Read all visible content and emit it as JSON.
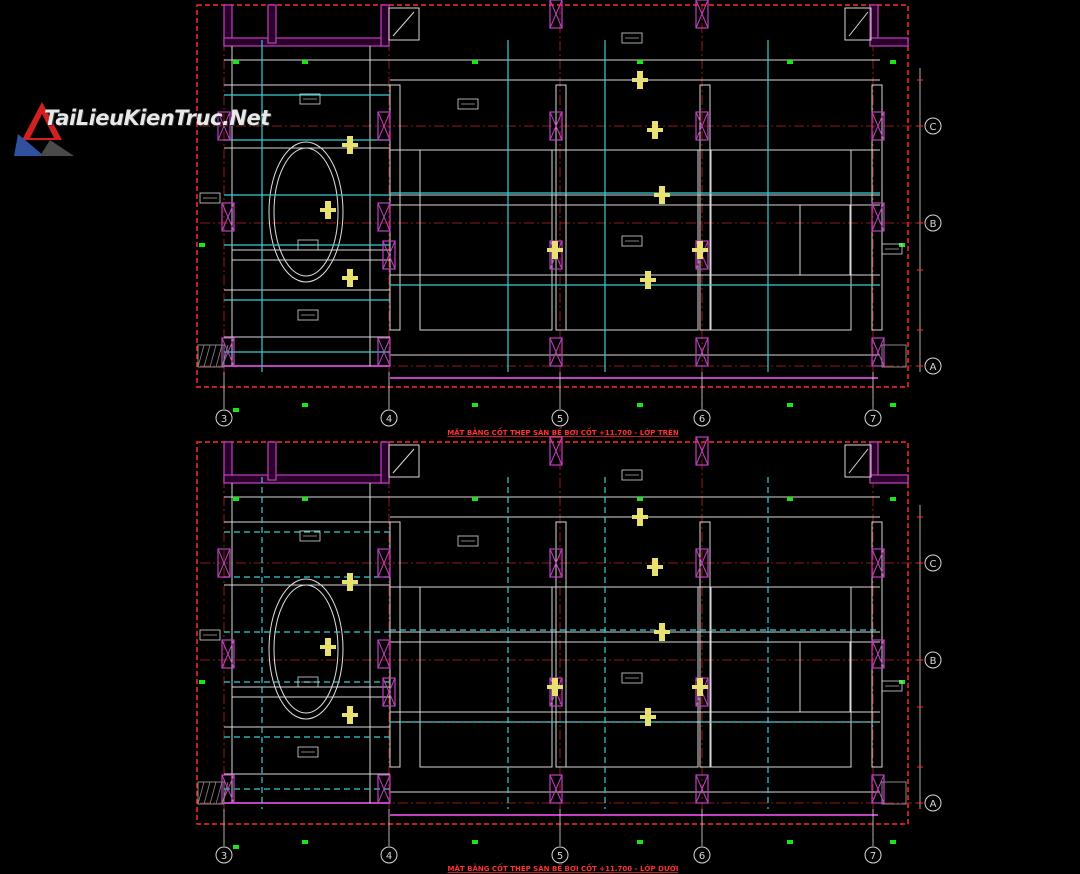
{
  "watermark": {
    "text": "TaiLieuKienTruc.Net"
  },
  "plans": [
    {
      "id": "top",
      "title": "MẶT BẰNG CỐT THÉP SÀN BỂ BƠI CỐT +11.700 - LỚP TRÊN"
    },
    {
      "id": "bottom",
      "title": "MẶT BẰNG CỐT THÉP SÀN BỂ BƠI CỐT +11.700 - LỚP DƯỚI"
    }
  ],
  "grid_columns": [
    "3",
    "4",
    "5",
    "6",
    "7"
  ],
  "grid_rows": [
    "C",
    "B",
    "A"
  ],
  "colors": {
    "frame": "#ff2a2a",
    "wall": "#c040c0",
    "rebar_cyan": "#34d0d0",
    "grid_line": "#d8d8d8",
    "axis_red": "#c02020",
    "green_marker": "#19e619",
    "tag": "#e8e070",
    "ellipse": "#e0e0e0"
  }
}
